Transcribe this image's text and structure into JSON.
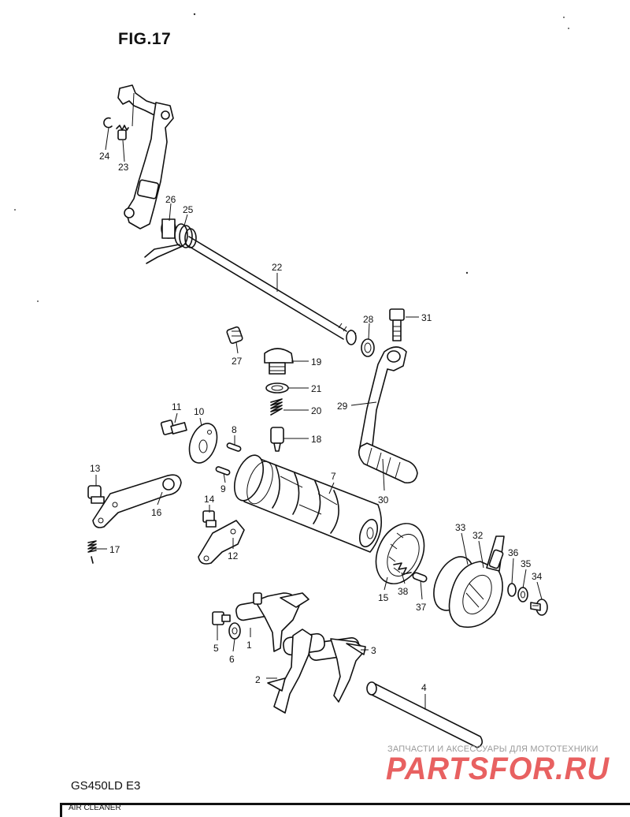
{
  "header": {
    "title": "FIG.17"
  },
  "footer": {
    "model": "GS450LD E3",
    "section_text": "AIR CLEANER"
  },
  "watermark": {
    "caption": "ЗАПЧАСТИ И АКСЕССУАРЫ ДЛЯ МОТОТЕХНИКИ",
    "logo_text": "PARTSFOR.RU",
    "color": "#e23a3a"
  },
  "callouts": [
    "24",
    "23",
    "26",
    "25",
    "22",
    "28",
    "31",
    "27",
    "19",
    "21",
    "20",
    "29",
    "11",
    "10",
    "8",
    "18",
    "13",
    "9",
    "7",
    "16",
    "14",
    "17",
    "12",
    "30",
    "33",
    "32",
    "36",
    "35",
    "34",
    "38",
    "15",
    "37",
    "5",
    "6",
    "1",
    "3",
    "2",
    "4"
  ]
}
